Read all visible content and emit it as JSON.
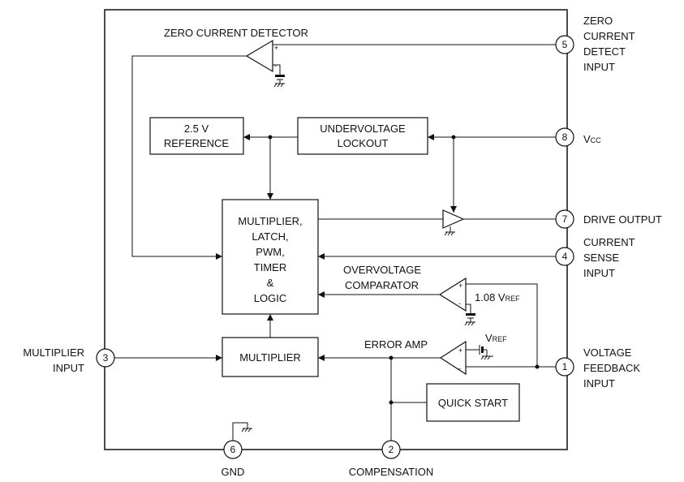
{
  "pins": {
    "p1": "1",
    "p2": "2",
    "p3": "3",
    "p4": "4",
    "p5": "5",
    "p6": "6",
    "p7": "7",
    "p8": "8"
  },
  "pin_labels": {
    "zero_current_detect_input": [
      "ZERO",
      "CURRENT",
      "DETECT",
      "INPUT"
    ],
    "vcc_main": "V",
    "vcc_sub": "CC",
    "drive_output": "DRIVE OUTPUT",
    "current_sense_input": [
      "CURRENT",
      "SENSE",
      "INPUT"
    ],
    "voltage_feedback_input": [
      "VOLTAGE",
      "FEEDBACK",
      "INPUT"
    ],
    "multiplier_input": [
      "MULTIPLIER",
      "INPUT"
    ],
    "gnd": "GND",
    "compensation": "COMPENSATION"
  },
  "blocks": {
    "reference": [
      "2.5 V",
      "REFERENCE"
    ],
    "undervoltage_lockout": [
      "UNDERVOLTAGE",
      "LOCKOUT"
    ],
    "logic": [
      "MULTIPLIER,",
      "LATCH,",
      "PWM,",
      "TIMER",
      "&",
      "LOGIC"
    ],
    "multiplier": "MULTIPLIER",
    "quick_start": "QUICK START"
  },
  "annotations": {
    "zero_current_detector": "ZERO CURRENT DETECTOR",
    "overvoltage_comparator": [
      "OVERVOLTAGE",
      "COMPARATOR"
    ],
    "error_amp": "ERROR AMP",
    "ovp_ref_value": "1.08 V",
    "ovp_ref_sub": "REF",
    "vref_main": "V",
    "vref_sub": "REF",
    "plus": "+",
    "minus": "-"
  }
}
